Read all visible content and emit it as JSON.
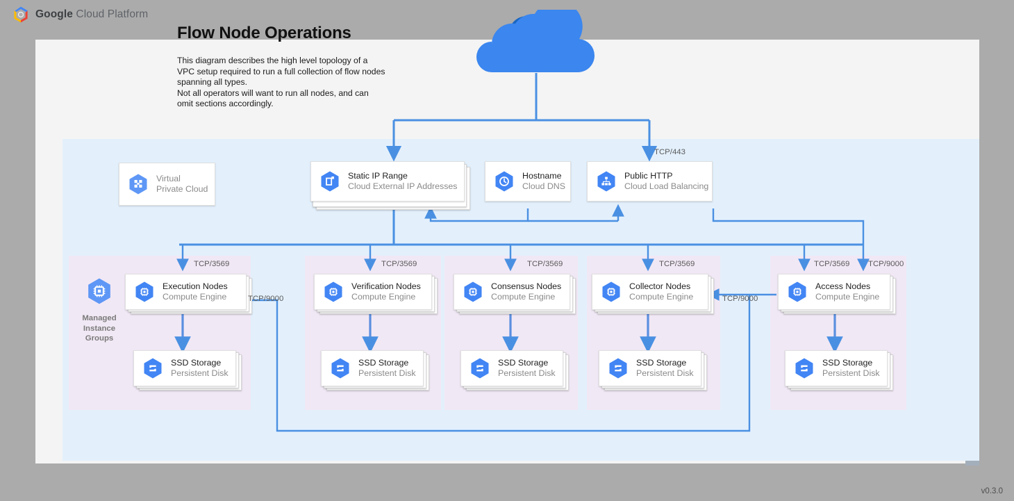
{
  "header": {
    "logo_icon": "google-cloud-platform-logo",
    "brand_bold": "Google",
    "brand_rest": " Cloud Platform"
  },
  "page": {
    "title": "Flow Node Operations",
    "description": "This diagram describes the high level topology of a VPC setup required to run a full collection of flow nodes spanning all types.\nNot all operators will want to run all nodes, and can omit sections accordingly.",
    "version": "v0.3.0"
  },
  "internet": {
    "icon": "cloud-icon"
  },
  "top_nodes": [
    {
      "title": "Virtual",
      "subtitle": "Private Cloud",
      "icon": "virtual-private-cloud-icon",
      "muted": true
    },
    {
      "title": "Static IP Range",
      "subtitle": "Cloud External IP Addresses",
      "icon": "cloud-external-ip-icon",
      "muted": false
    },
    {
      "title": "Hostname",
      "subtitle": "Cloud DNS",
      "icon": "cloud-dns-icon",
      "muted": false
    },
    {
      "title": "Public HTTP",
      "subtitle": "Cloud Load Balancing",
      "icon": "cloud-load-balancing-icon",
      "muted": false
    }
  ],
  "managed_instance_groups": {
    "label": "Managed\nInstance\nGroups",
    "icon": "managed-instance-groups-icon"
  },
  "groups": [
    {
      "name": "execution",
      "node": {
        "title": "Execution Nodes",
        "subtitle": "Compute Engine",
        "icon": "compute-engine-icon"
      },
      "storage": {
        "title": "SSD Storage",
        "subtitle": "Persistent Disk",
        "icon": "persistent-disk-icon"
      },
      "inbound_port": "TCP/3569"
    },
    {
      "name": "verification",
      "node": {
        "title": "Verification Nodes",
        "subtitle": "Compute Engine",
        "icon": "compute-engine-icon"
      },
      "storage": {
        "title": "SSD Storage",
        "subtitle": "Persistent Disk",
        "icon": "persistent-disk-icon"
      },
      "inbound_port": "TCP/3569"
    },
    {
      "name": "consensus",
      "node": {
        "title": "Consensus Nodes",
        "subtitle": "Compute Engine",
        "icon": "compute-engine-icon"
      },
      "storage": {
        "title": "SSD Storage",
        "subtitle": "Persistent Disk",
        "icon": "persistent-disk-icon"
      },
      "inbound_port": "TCP/3569"
    },
    {
      "name": "collector",
      "node": {
        "title": "Collector Nodes",
        "subtitle": "Compute Engine",
        "icon": "compute-engine-icon"
      },
      "storage": {
        "title": "SSD Storage",
        "subtitle": "Persistent Disk",
        "icon": "persistent-disk-icon"
      },
      "inbound_port": "TCP/3569"
    },
    {
      "name": "access",
      "node": {
        "title": "Access Nodes",
        "subtitle": "Compute Engine",
        "icon": "compute-engine-icon"
      },
      "storage": {
        "title": "SSD Storage",
        "subtitle": "Persistent Disk",
        "icon": "persistent-disk-icon"
      },
      "inbound_port": "TCP/3569",
      "inbound_port_2": "TCP/9000"
    }
  ],
  "edge_labels": {
    "lb_ingress": "TCP/443",
    "access_to_collector": "TCP/9000",
    "access_to_execution": "TCP/9000",
    "access_extra": "TCP/9000"
  },
  "colors": {
    "gcp_blue": "#4285f4",
    "cloud_dark": "#1a66c2",
    "connector": "#4a90e2",
    "vpc_panel": "#e3f0fc",
    "group_panel": "#f6e4f3",
    "page_bg": "#f4f4f4",
    "canvas_bg": "#ababab"
  }
}
